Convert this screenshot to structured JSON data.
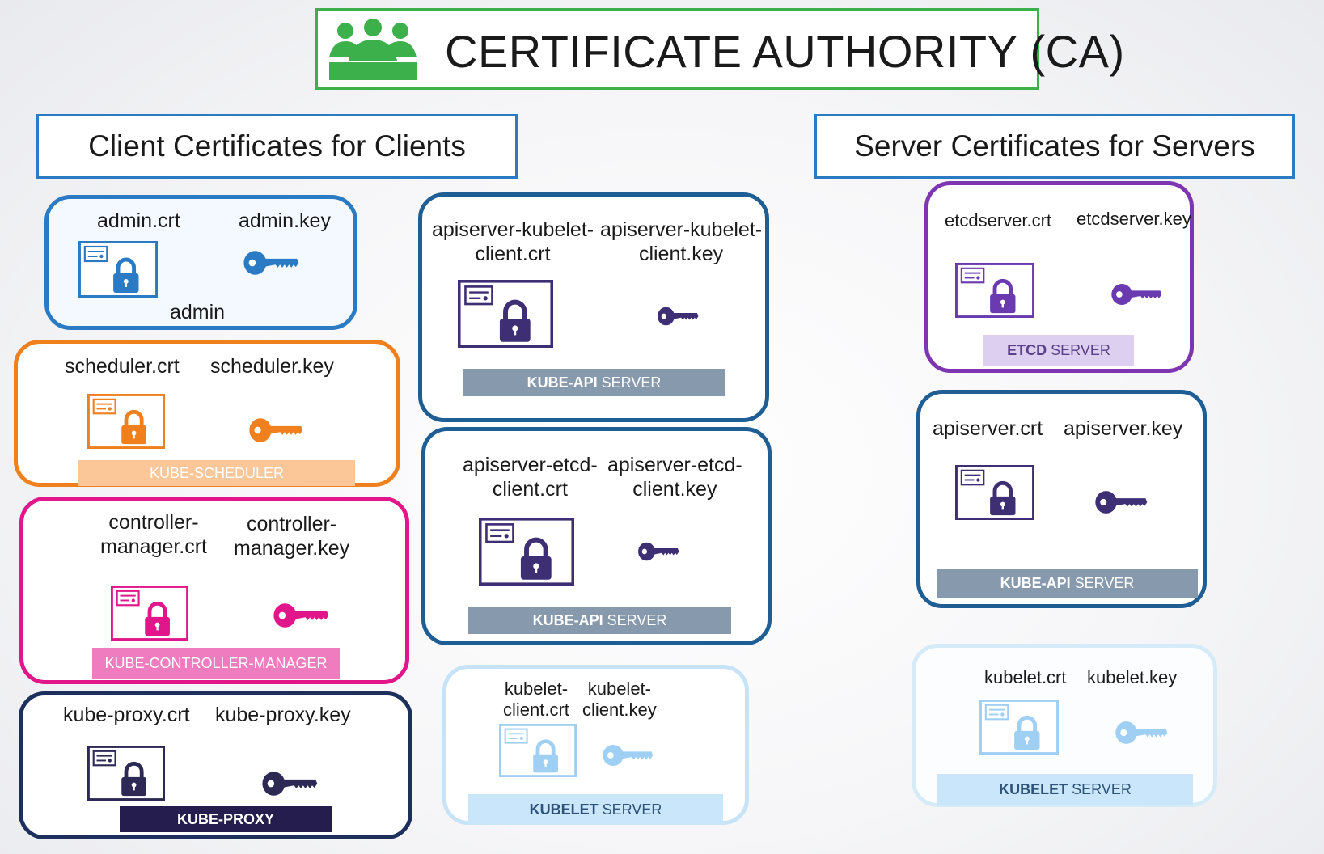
{
  "ca": {
    "title": "CERTIFICATE AUTHORITY (CA)",
    "icon": "people-group-icon",
    "color": "#3cb04a"
  },
  "headers": {
    "client": "Client Certificates for Clients",
    "server": "Server Certificates for Servers"
  },
  "colors": {
    "blue": "#2a7bc4",
    "orange": "#f07f1e",
    "pink": "#e0168a",
    "navy": "#1d2f5b",
    "apiBlue": "#1f5e94",
    "lightBlue": "#9fd0f3",
    "purple": "#7d35b2",
    "darkPurple": "#3e2e73",
    "apiBar": "#8799ad",
    "kubeletBar": "#c9e6fb",
    "etcdBar": "#dccff0"
  },
  "groups": [
    {
      "id": "admin",
      "crt": "admin.crt",
      "key": "admin.key",
      "footer": "admin"
    },
    {
      "id": "scheduler",
      "crt": "scheduler.crt",
      "key": "scheduler.key",
      "bar_bold": "",
      "bar_rest": "KUBE-SCHEDULER"
    },
    {
      "id": "controller",
      "crt": "controller-\nmanager.crt",
      "key": "controller-\nmanager.key",
      "bar_bold": "",
      "bar_rest": "KUBE-CONTROLLER-MANAGER"
    },
    {
      "id": "proxy",
      "crt": "kube-proxy.crt",
      "key": "kube-proxy.key",
      "bar_bold": "KUBE-PROXY",
      "bar_rest": ""
    },
    {
      "id": "api-kubelet-client",
      "crt": "apiserver-kubelet-\nclient.crt",
      "key": "apiserver-kubelet-\nclient.key",
      "bar_bold": "KUBE-API",
      "bar_rest": "SERVER"
    },
    {
      "id": "api-etcd-client",
      "crt": "apiserver-etcd-\nclient.crt",
      "key": "apiserver-etcd-\nclient.key",
      "bar_bold": "KUBE-API",
      "bar_rest": "SERVER"
    },
    {
      "id": "kubelet-client",
      "crt": "kubelet-\nclient.crt",
      "key": "kubelet-\nclient.key",
      "bar_bold": "KUBELET",
      "bar_rest": "SERVER"
    },
    {
      "id": "etcd-server",
      "crt": "etcdserver.crt",
      "key": "etcdserver.key",
      "bar_bold": "ETCD",
      "bar_rest": "SERVER"
    },
    {
      "id": "apiserver",
      "crt": "apiserver.crt",
      "key": "apiserver.key",
      "bar_bold": "KUBE-API",
      "bar_rest": "SERVER"
    },
    {
      "id": "kubelet-server",
      "crt": "kubelet.crt",
      "key": "kubelet.key",
      "bar_bold": "KUBELET",
      "bar_rest": "SERVER"
    }
  ],
  "icons": {
    "certificate": "certificate-lock-icon",
    "key": "key-icon"
  }
}
